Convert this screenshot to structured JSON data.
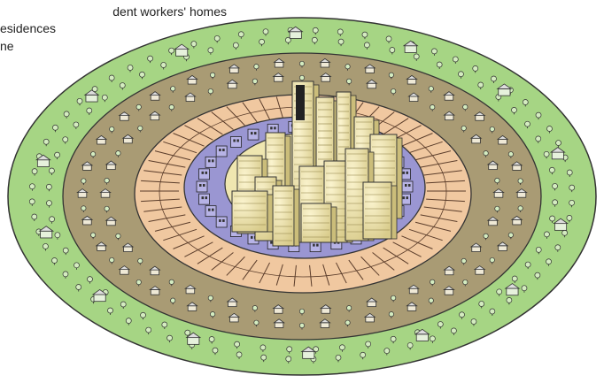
{
  "legend": {
    "line_1": "dent workers' homes",
    "line_2": "esidences",
    "line_3": "ne"
  },
  "zones": [
    {
      "id": "commuter-zone",
      "color": "#a6d584"
    },
    {
      "id": "residential-zone",
      "color": "#a99b74"
    },
    {
      "id": "workingmens-homes-zone",
      "color": "#f0c8a0"
    },
    {
      "id": "transition-zone",
      "color": "#9a96d2"
    },
    {
      "id": "central-business-district",
      "color": "#efe6b0"
    }
  ],
  "icons": {
    "tree": "tree-icon",
    "house": "house-icon",
    "rowhouse": "rowhouse-icon",
    "tower": "skyscraper-icon"
  }
}
